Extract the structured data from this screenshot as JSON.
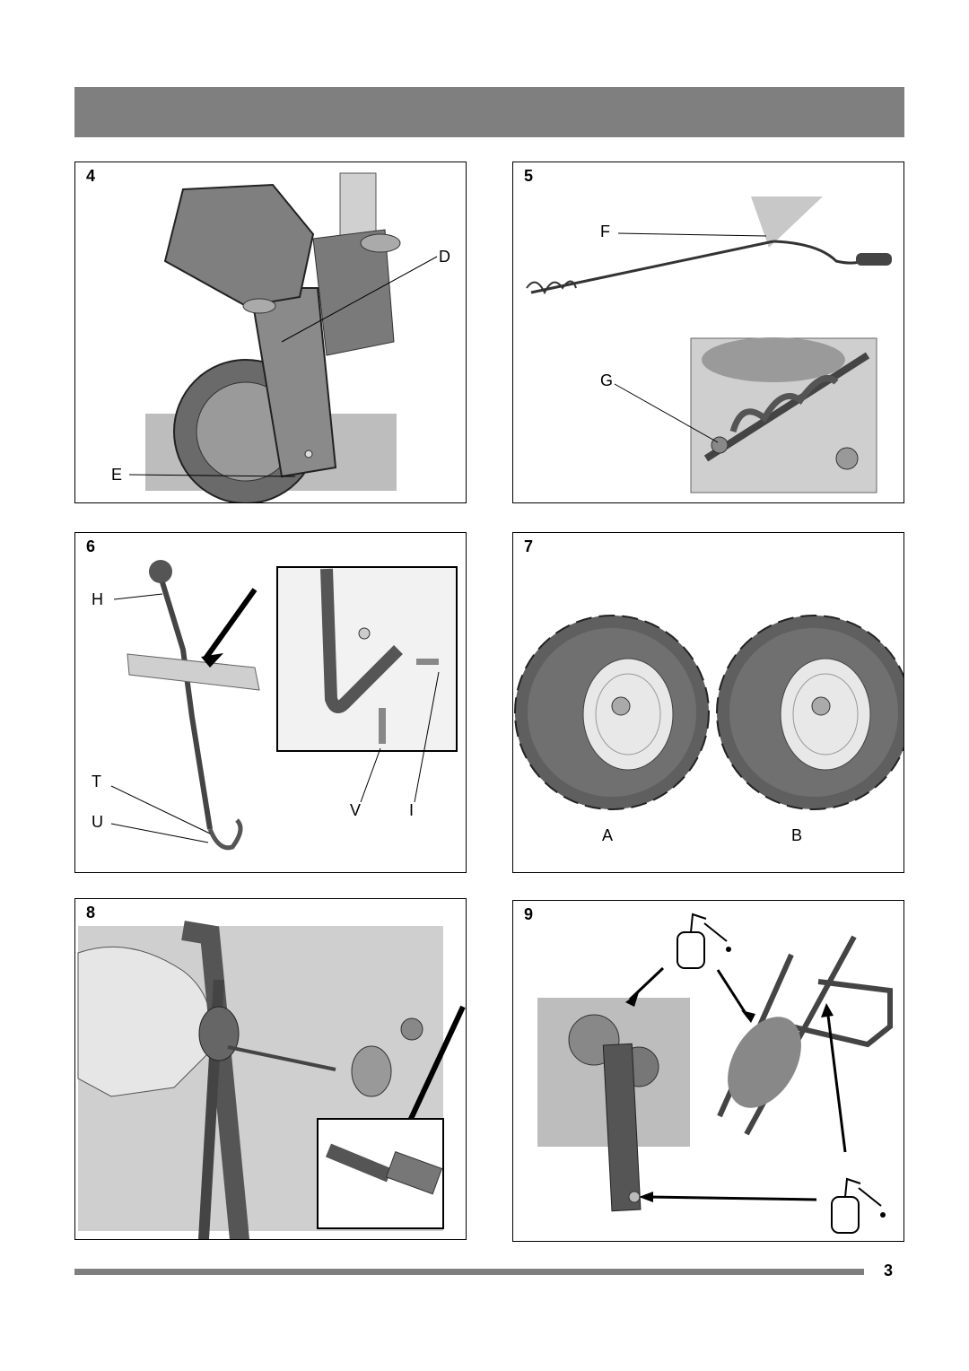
{
  "page_number": "3",
  "figures": [
    {
      "number": "4",
      "labels": {
        "d": "D",
        "e": "E"
      }
    },
    {
      "number": "5",
      "labels": {
        "f": "F",
        "g": "G"
      }
    },
    {
      "number": "6",
      "labels": {
        "h": "H",
        "t": "T",
        "u": "U",
        "v": "V",
        "i": "I"
      }
    },
    {
      "number": "7",
      "labels": {
        "a": "A",
        "b": "B"
      }
    },
    {
      "number": "8",
      "labels": {}
    },
    {
      "number": "9",
      "labels": {}
    }
  ],
  "colors": {
    "header_bar": "#7f7f7f",
    "illustration_gray": "#9a9a9a",
    "dark_part": "#5a5a5a"
  }
}
